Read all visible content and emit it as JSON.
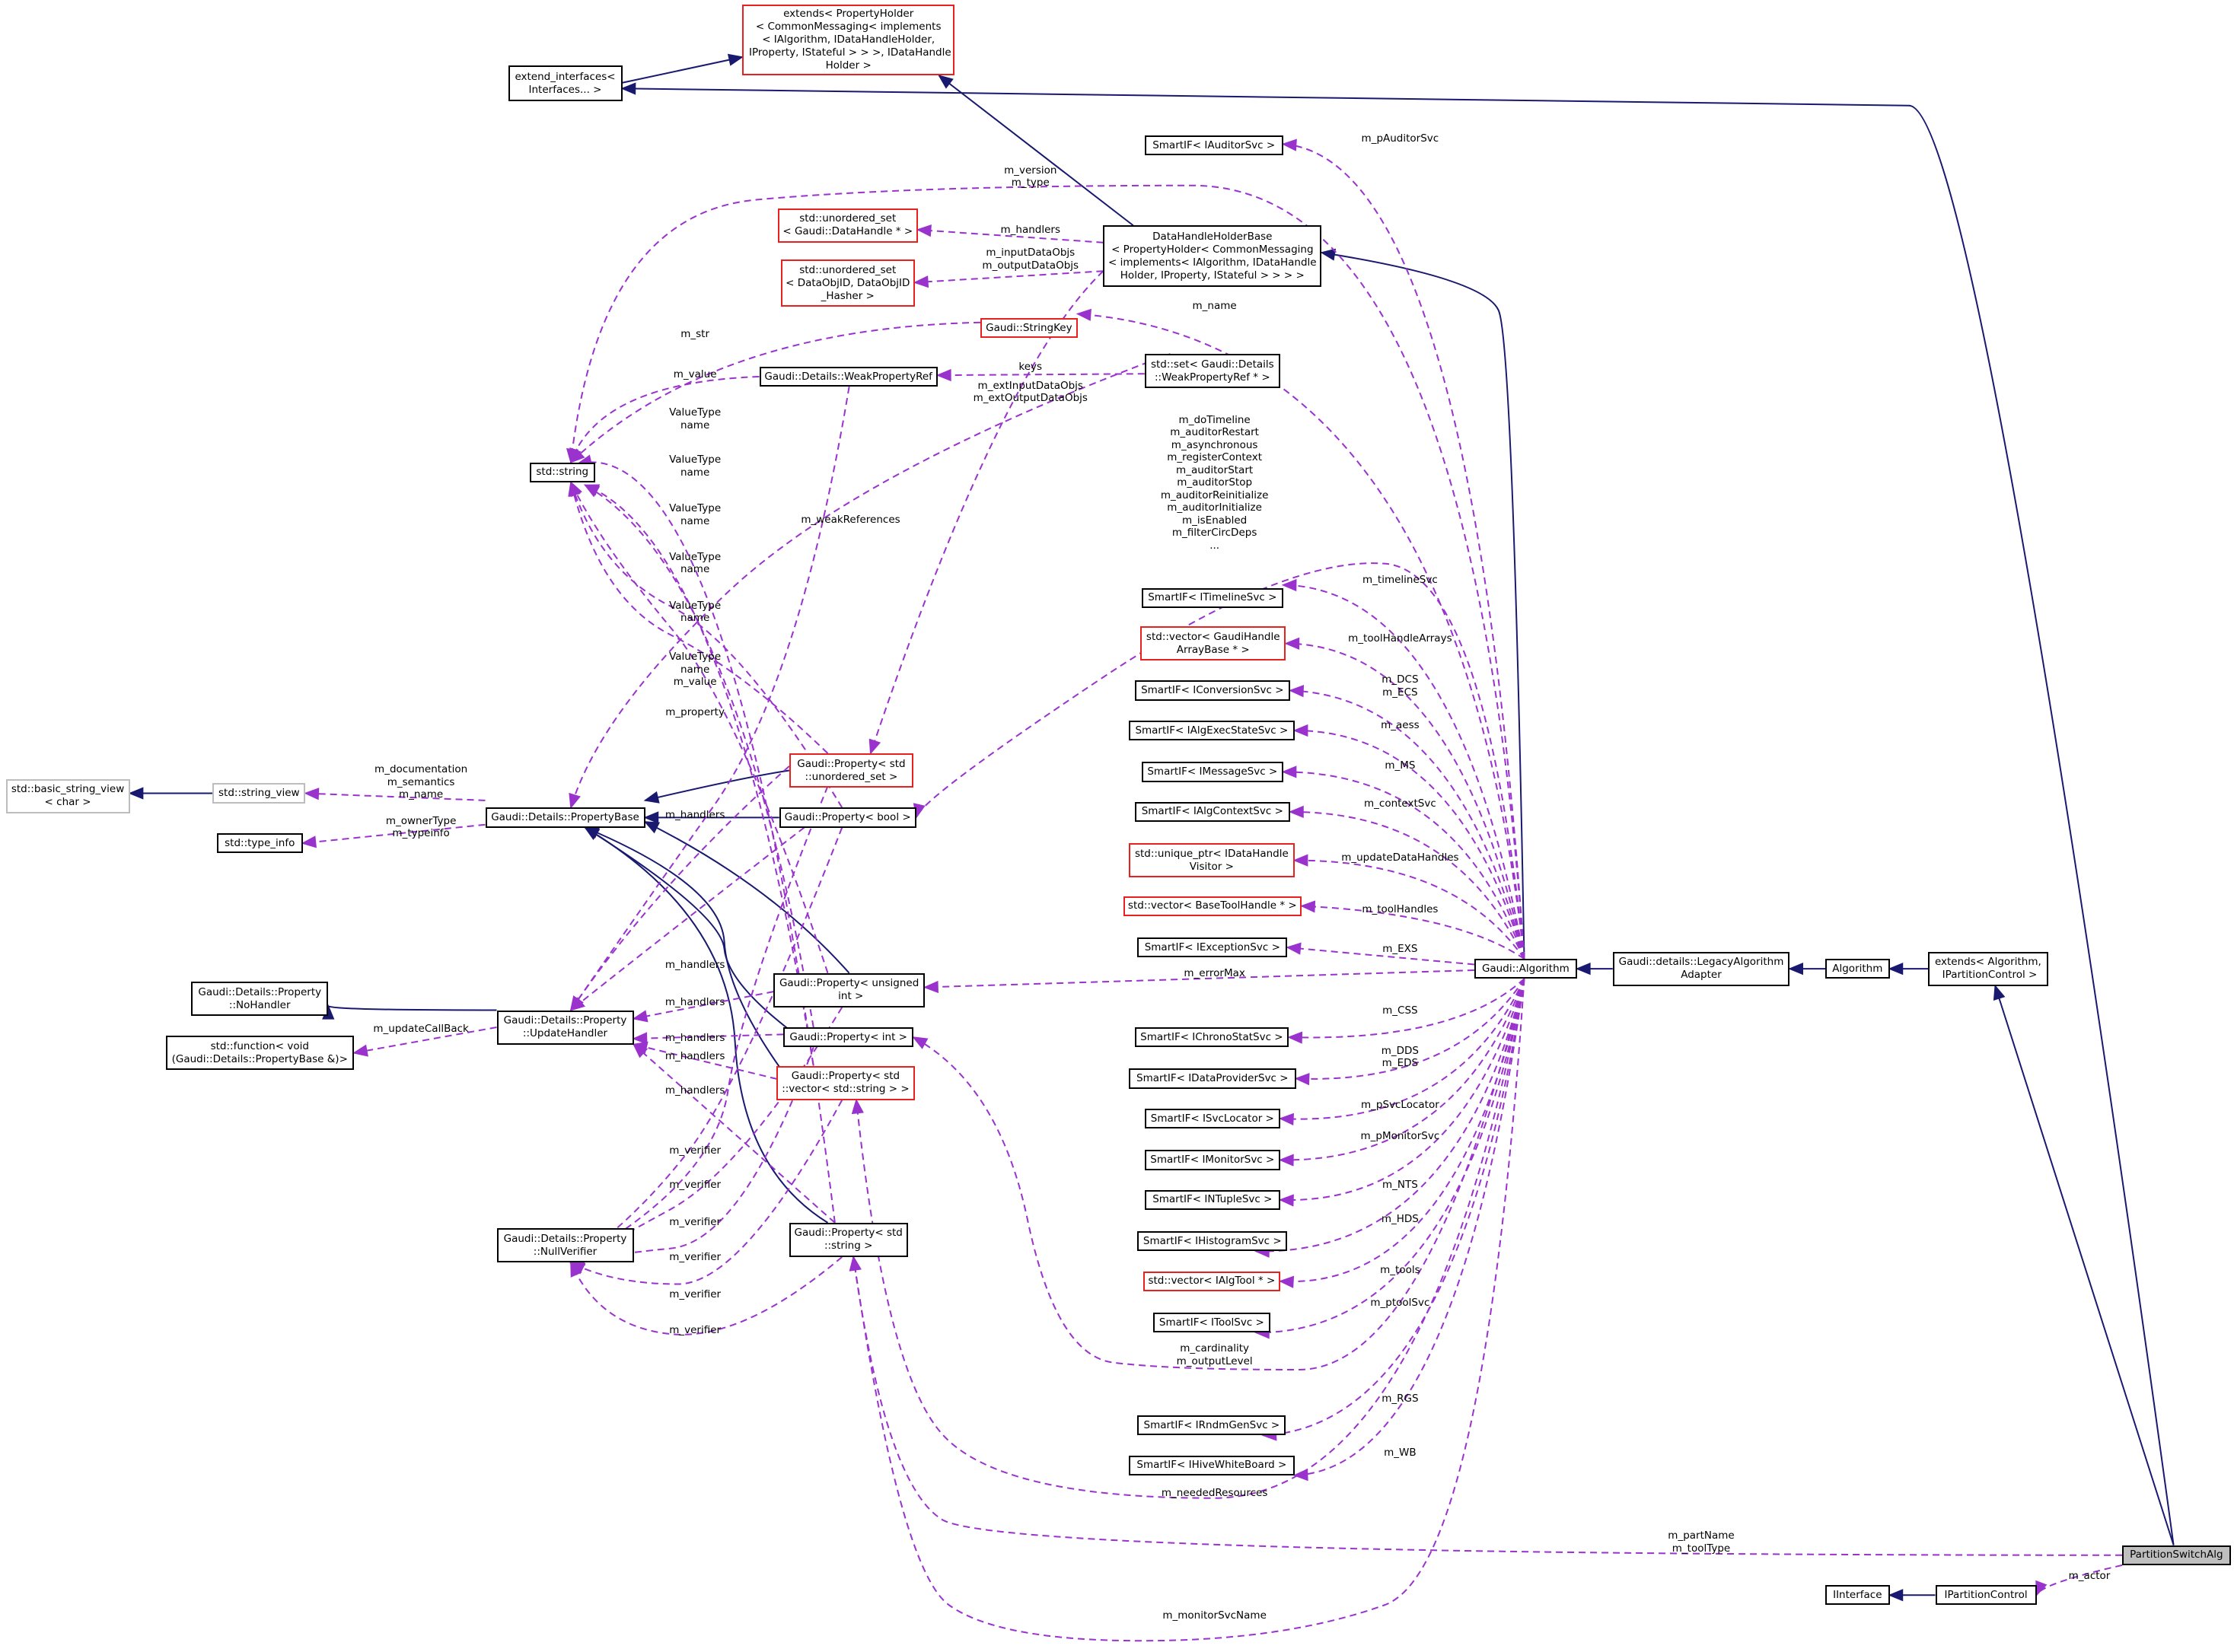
{
  "colors": {
    "inheritance": "#191970",
    "usage": "#9a32cd",
    "node_border": "#000000",
    "incomplete_border": "#e8211e",
    "external_border": "#bdbdbd",
    "focus_fill": "#bfbfbf"
  },
  "nodes": {
    "extend_interfaces": "extend_interfaces<\nInterfaces... >",
    "extends_propertyholder": "extends< PropertyHolder\n< CommonMessaging< implements\n< IAlgorithm, IDataHandleHolder,\n IProperty, IStateful > > >, IDataHandle\nHolder >",
    "smartif_auditor": "SmartIF< IAuditorSvc >",
    "unordered_set_datahandle": "std::unordered_set\n< Gaudi::DataHandle * >",
    "datahandleholderbase": "DataHandleHolderBase\n< PropertyHolder< CommonMessaging\n< implements< IAlgorithm, IDataHandle\nHolder, IProperty, IStateful > > > >",
    "unordered_set_dataobjid": "std::unordered_set\n< DataObjID, DataObjID\n_Hasher >",
    "stringkey": "Gaudi::StringKey",
    "weakpropertyref": "Gaudi::Details::WeakPropertyRef",
    "set_weakpropertyref": "std::set< Gaudi::Details\n::WeakPropertyRef * >",
    "std_string": "std::string",
    "basic_string_view": "std::basic_string_view\n< char >",
    "string_view": "std::string_view",
    "type_info": "std::type_info",
    "propertybase": "Gaudi::Details::PropertyBase",
    "prop_unordered_set": "Gaudi::Property< std\n::unordered_set >",
    "prop_bool": "Gaudi::Property< bool >",
    "smartif_timeline": "SmartIF< ITimelineSvc >",
    "vector_toolhandlearray": "std::vector< GaudiHandle\nArrayBase * >",
    "smartif_conversion": "SmartIF< IConversionSvc >",
    "smartif_algexecstate": "SmartIF< IAlgExecStateSvc >",
    "smartif_message": "SmartIF< IMessageSvc >",
    "smartif_algcontext": "SmartIF< IAlgContextSvc >",
    "unique_ptr_visitor": "std::unique_ptr< IDataHandle\nVisitor >",
    "vector_basetoolhandle": "std::vector< BaseToolHandle * >",
    "smartif_exception": "SmartIF< IExceptionSvc >",
    "nohandler": "Gaudi::Details::Property\n::NoHandler",
    "updatehandler": "Gaudi::Details::Property\n::UpdateHandler",
    "std_function": "std::function< void\n(Gaudi::Details::PropertyBase &)>",
    "prop_unsigned": "Gaudi::Property< unsigned\n int >",
    "prop_int": "Gaudi::Property< int >",
    "prop_vector_string": "Gaudi::Property< std\n::vector< std::string > >",
    "gaudi_algorithm": "Gaudi::Algorithm",
    "legacy_adapter": "Gaudi::details::LegacyAlgorithm\nAdapter",
    "algorithm": "Algorithm",
    "extends_algorithm": "extends< Algorithm,\n IPartitionControl >",
    "smartif_chronostat": "SmartIF< IChronoStatSvc >",
    "smartif_dataprovider": "SmartIF< IDataProviderSvc >",
    "smartif_svclocator": "SmartIF< ISvcLocator >",
    "smartif_monitor": "SmartIF< IMonitorSvc >",
    "smartif_ntuple": "SmartIF< INTupleSvc >",
    "nullverifier": "Gaudi::Details::Property\n::NullVerifier",
    "prop_string": "Gaudi::Property< std\n::string >",
    "smartif_histogram": "SmartIF< IHistogramSvc >",
    "vector_algtool": "std::vector< IAlgTool * >",
    "smartif_tool": "SmartIF< IToolSvc >",
    "smartif_rndmgen": "SmartIF< IRndmGenSvc >",
    "smartif_hivewhiteboard": "SmartIF< IHiveWhiteBoard >",
    "partitionswitchalg": "PartitionSwitchAlg",
    "iinterface": "IInterface",
    "ipartitioncontrol": "IPartitionControl"
  },
  "edge_labels": {
    "m_pAuditorSvc": "m_pAuditorSvc",
    "m_version_type": "m_version\nm_type",
    "m_handlers_dh": "m_handlers",
    "m_inout_dataobjs": "m_inputDataObjs\nm_outputDataObjs",
    "m_name": "m_name",
    "m_str": "m_str",
    "m_value": "m_value",
    "keys": "keys",
    "m_ext_dataobjs": "m_extInputDataObjs\nm_extOutputDataObjs",
    "valuetype_1": "ValueType\nname",
    "valuetype_2": "ValueType\nname",
    "valuetype_3": "ValueType\nname",
    "valuetype_4": "ValueType\nname",
    "valuetype_5": "ValueType\nname",
    "valuetype_6": "ValueType\nname\nm_value",
    "m_weakReferences": "m_weakReferences",
    "bool_members": "m_doTimeline\nm_auditorRestart\nm_asynchronous\nm_registerContext\nm_auditorStart\nm_auditorStop\nm_auditorReinitialize\nm_auditorInitialize\nm_isEnabled\nm_filterCircDeps\n...",
    "m_timelineSvc": "m_timelineSvc",
    "m_toolHandleArrays": "m_toolHandleArrays",
    "m_dcs_ecs": "m_DCS\nm_ECS",
    "m_aess": "m_aess",
    "m_ms": "m_MS",
    "m_contextSvc": "m_contextSvc",
    "m_updateDataHandles": "m_updateDataHandles",
    "m_toolHandles": "m_toolHandles",
    "m_exs": "m_EXS",
    "m_errorMax": "m_errorMax",
    "m_property": "m_property",
    "m_documentation": "m_documentation\nm_semantics\nm_name",
    "m_ownerType": "m_ownerType\nm_typeinfo",
    "m_handlers_1": "m_handlers",
    "m_handlers_2": "m_handlers",
    "m_handlers_3": "m_handlers",
    "m_handlers_4": "m_handlers",
    "m_handlers_5": "m_handlers",
    "m_handlers_6": "m_handlers",
    "m_updateCallBack": "m_updateCallBack",
    "m_css": "m_CSS",
    "m_dds_eds": "m_DDS\nm_EDS",
    "m_pSvcLocator": "m_pSvcLocator",
    "m_pMonitorSvc": "m_pMonitorSvc",
    "m_nts": "m_NTS",
    "m_hds": "m_HDS",
    "m_tools": "m_tools",
    "m_ptoolSvc": "m_ptoolSvc",
    "m_cardinality": "m_cardinality\nm_outputLevel",
    "m_rgs": "m_RGS",
    "m_wb": "m_WB",
    "m_neededResources": "m_neededResources",
    "m_verifier_1": "m_verifier",
    "m_verifier_2": "m_verifier",
    "m_verifier_3": "m_verifier",
    "m_verifier_4": "m_verifier",
    "m_verifier_5": "m_verifier",
    "m_verifier_6": "m_verifier",
    "m_partName": "m_partName\nm_toolType",
    "m_actor": "m_actor",
    "m_monitorSvcName": "m_monitorSvcName"
  }
}
